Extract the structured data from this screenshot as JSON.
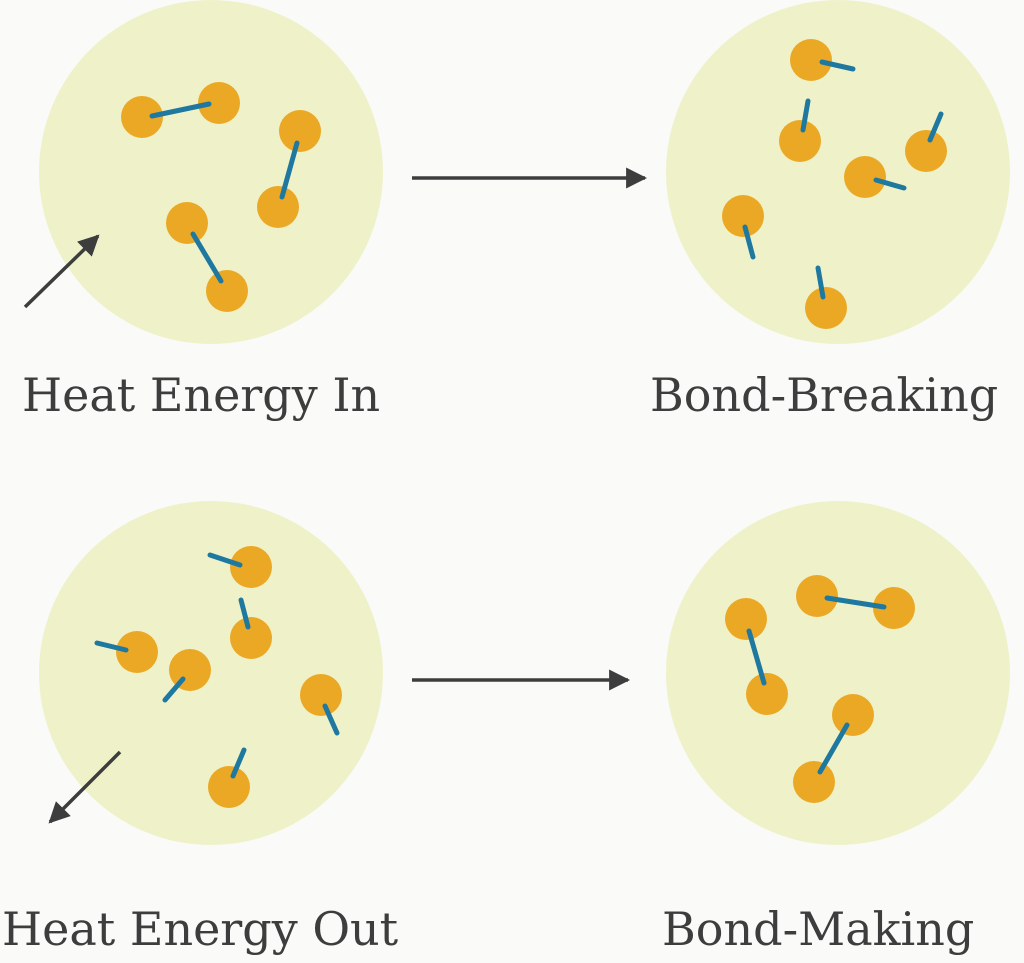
{
  "colors": {
    "circle_fill": "#eff2c9",
    "atom": "#eba825",
    "bond": "#1f78a0",
    "arrow": "#3d3d3d",
    "text": "#3d3d3d",
    "background": "#fafaf8"
  },
  "panels": [
    {
      "id": "heat-in",
      "label": "Heat Energy In",
      "state": "molecules-bonded",
      "heat_arrow": "inward"
    },
    {
      "id": "bond-breaking",
      "label": "Bond-Breaking",
      "state": "atoms-separated"
    },
    {
      "id": "heat-out",
      "label": "Heat Energy Out",
      "state": "atoms-separated",
      "heat_arrow": "outward"
    },
    {
      "id": "bond-making",
      "label": "Bond-Making",
      "state": "molecules-bonded"
    }
  ],
  "icons": [
    "process-arrow",
    "heat-in-arrow",
    "heat-out-arrow",
    "atom",
    "bond"
  ]
}
